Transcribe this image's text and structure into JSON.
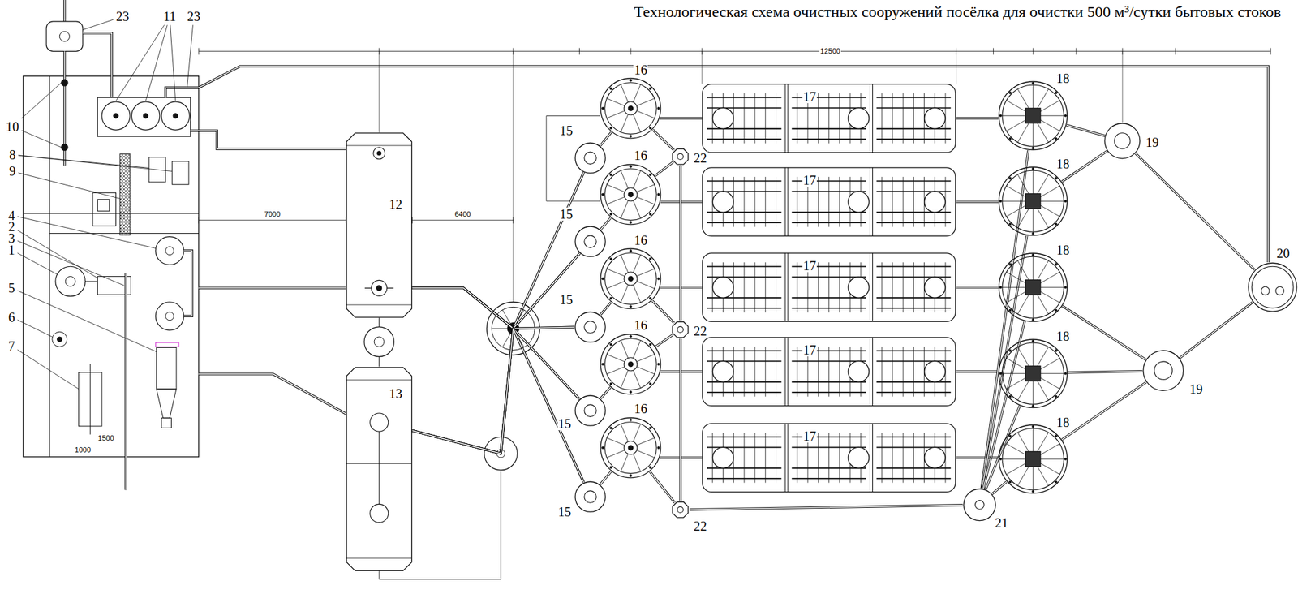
{
  "diagram": {
    "title": "Технологическая схема очистных сооружений посёлка для очистки 500 м³/сутки бытовых стоков",
    "nodes": [
      {
        "text": [
          "12"
        ]
      },
      {
        "text": [
          "13"
        ]
      },
      {
        "text": [
          "15"
        ]
      },
      {
        "text": [
          "15"
        ]
      },
      {
        "text": [
          "15"
        ]
      },
      {
        "text": [
          "15"
        ]
      },
      {
        "text": [
          "15"
        ]
      },
      {
        "text": [
          "16"
        ]
      },
      {
        "text": [
          "16"
        ]
      },
      {
        "text": [
          "16"
        ]
      },
      {
        "text": [
          "16"
        ]
      },
      {
        "text": [
          "16"
        ]
      },
      {
        "text": [
          "17"
        ]
      },
      {
        "text": [
          "17"
        ]
      },
      {
        "text": [
          "17"
        ]
      },
      {
        "text": [
          "17"
        ]
      },
      {
        "text": [
          "17"
        ]
      },
      {
        "text": [
          "18"
        ]
      },
      {
        "text": [
          "18"
        ]
      },
      {
        "text": [
          "18"
        ]
      },
      {
        "text": [
          "18"
        ]
      },
      {
        "text": [
          "18"
        ]
      },
      {
        "text": [
          "19"
        ]
      },
      {
        "text": [
          "19"
        ]
      },
      {
        "text": [
          "20"
        ]
      },
      {
        "text": [
          "21"
        ]
      },
      {
        "text": [
          "22"
        ]
      },
      {
        "text": [
          "22"
        ]
      },
      {
        "text": [
          "22"
        ]
      }
    ],
    "edges": [
      {
        "from": 0,
        "to": 2,
        "arrow": "none"
      },
      {
        "from": 0,
        "to": 3,
        "arrow": "none"
      },
      {
        "from": 0,
        "to": 4,
        "arrow": "none"
      },
      {
        "from": 0,
        "to": 5,
        "arrow": "none"
      },
      {
        "from": 0,
        "to": 6,
        "arrow": "none"
      },
      {
        "from": 1,
        "to": 2,
        "arrow": "none"
      },
      {
        "from": 1,
        "to": 3,
        "arrow": "none"
      },
      {
        "from": 1,
        "to": 4,
        "arrow": "none"
      },
      {
        "from": 1,
        "to": 5,
        "arrow": "none"
      },
      {
        "from": 1,
        "to": 6,
        "arrow": "none"
      },
      {
        "from": 2,
        "to": 7,
        "arrow": "none"
      },
      {
        "from": 3,
        "to": 8,
        "arrow": "none"
      },
      {
        "from": 4,
        "to": 9,
        "arrow": "none"
      },
      {
        "from": 5,
        "to": 10,
        "arrow": "none"
      },
      {
        "from": 6,
        "to": 11,
        "arrow": "none"
      },
      {
        "from": 7,
        "to": 12,
        "arrow": "none"
      },
      {
        "from": 8,
        "to": 13,
        "arrow": "none"
      },
      {
        "from": 9,
        "to": 14,
        "arrow": "none"
      },
      {
        "from": 10,
        "to": 15,
        "arrow": "none"
      },
      {
        "from": 11,
        "to": 16,
        "arrow": "none"
      },
      {
        "from": 12,
        "to": 17,
        "arrow": "none"
      },
      {
        "from": 13,
        "to": 18,
        "arrow": "none"
      },
      {
        "from": 14,
        "to": 19,
        "arrow": "none"
      },
      {
        "from": 15,
        "to": 20,
        "arrow": "none"
      },
      {
        "from": 16,
        "to": 21,
        "arrow": "none"
      },
      {
        "from": 17,
        "to": 22,
        "arrow": "none"
      },
      {
        "from": 18,
        "to": 22,
        "arrow": "none"
      },
      {
        "from": 19,
        "to": 23,
        "arrow": "none"
      },
      {
        "from": 20,
        "to": 23,
        "arrow": "none"
      },
      {
        "from": 21,
        "to": 23,
        "arrow": "none"
      },
      {
        "from": 22,
        "to": 24,
        "arrow": "none"
      },
      {
        "from": 23,
        "to": 24,
        "arrow": "none"
      },
      {
        "from": 17,
        "to": 25,
        "arrow": "none"
      },
      {
        "from": 18,
        "to": 25,
        "arrow": "none"
      },
      {
        "from": 19,
        "to": 25,
        "arrow": "none"
      },
      {
        "from": 20,
        "to": 25,
        "arrow": "none"
      },
      {
        "from": 21,
        "to": 25,
        "arrow": "none"
      },
      {
        "from": 7,
        "to": 26,
        "arrow": "none"
      },
      {
        "from": 8,
        "to": 26,
        "arrow": "none"
      },
      {
        "from": 9,
        "to": 27,
        "arrow": "none"
      },
      {
        "from": 10,
        "to": 27,
        "arrow": "none"
      },
      {
        "from": 11,
        "to": 28,
        "arrow": "none"
      },
      {
        "from": 26,
        "to": 27,
        "arrow": "none"
      },
      {
        "from": 27,
        "to": 28,
        "arrow": "none"
      },
      {
        "from": 28,
        "to": 25,
        "arrow": "none"
      }
    ],
    "labels": [
      "23",
      "11",
      "23",
      "10",
      "8",
      "9",
      "4",
      "2",
      "3",
      "1",
      "5",
      "6",
      "7",
      "7000",
      "6400",
      "12500",
      "1500",
      "1000"
    ]
  }
}
